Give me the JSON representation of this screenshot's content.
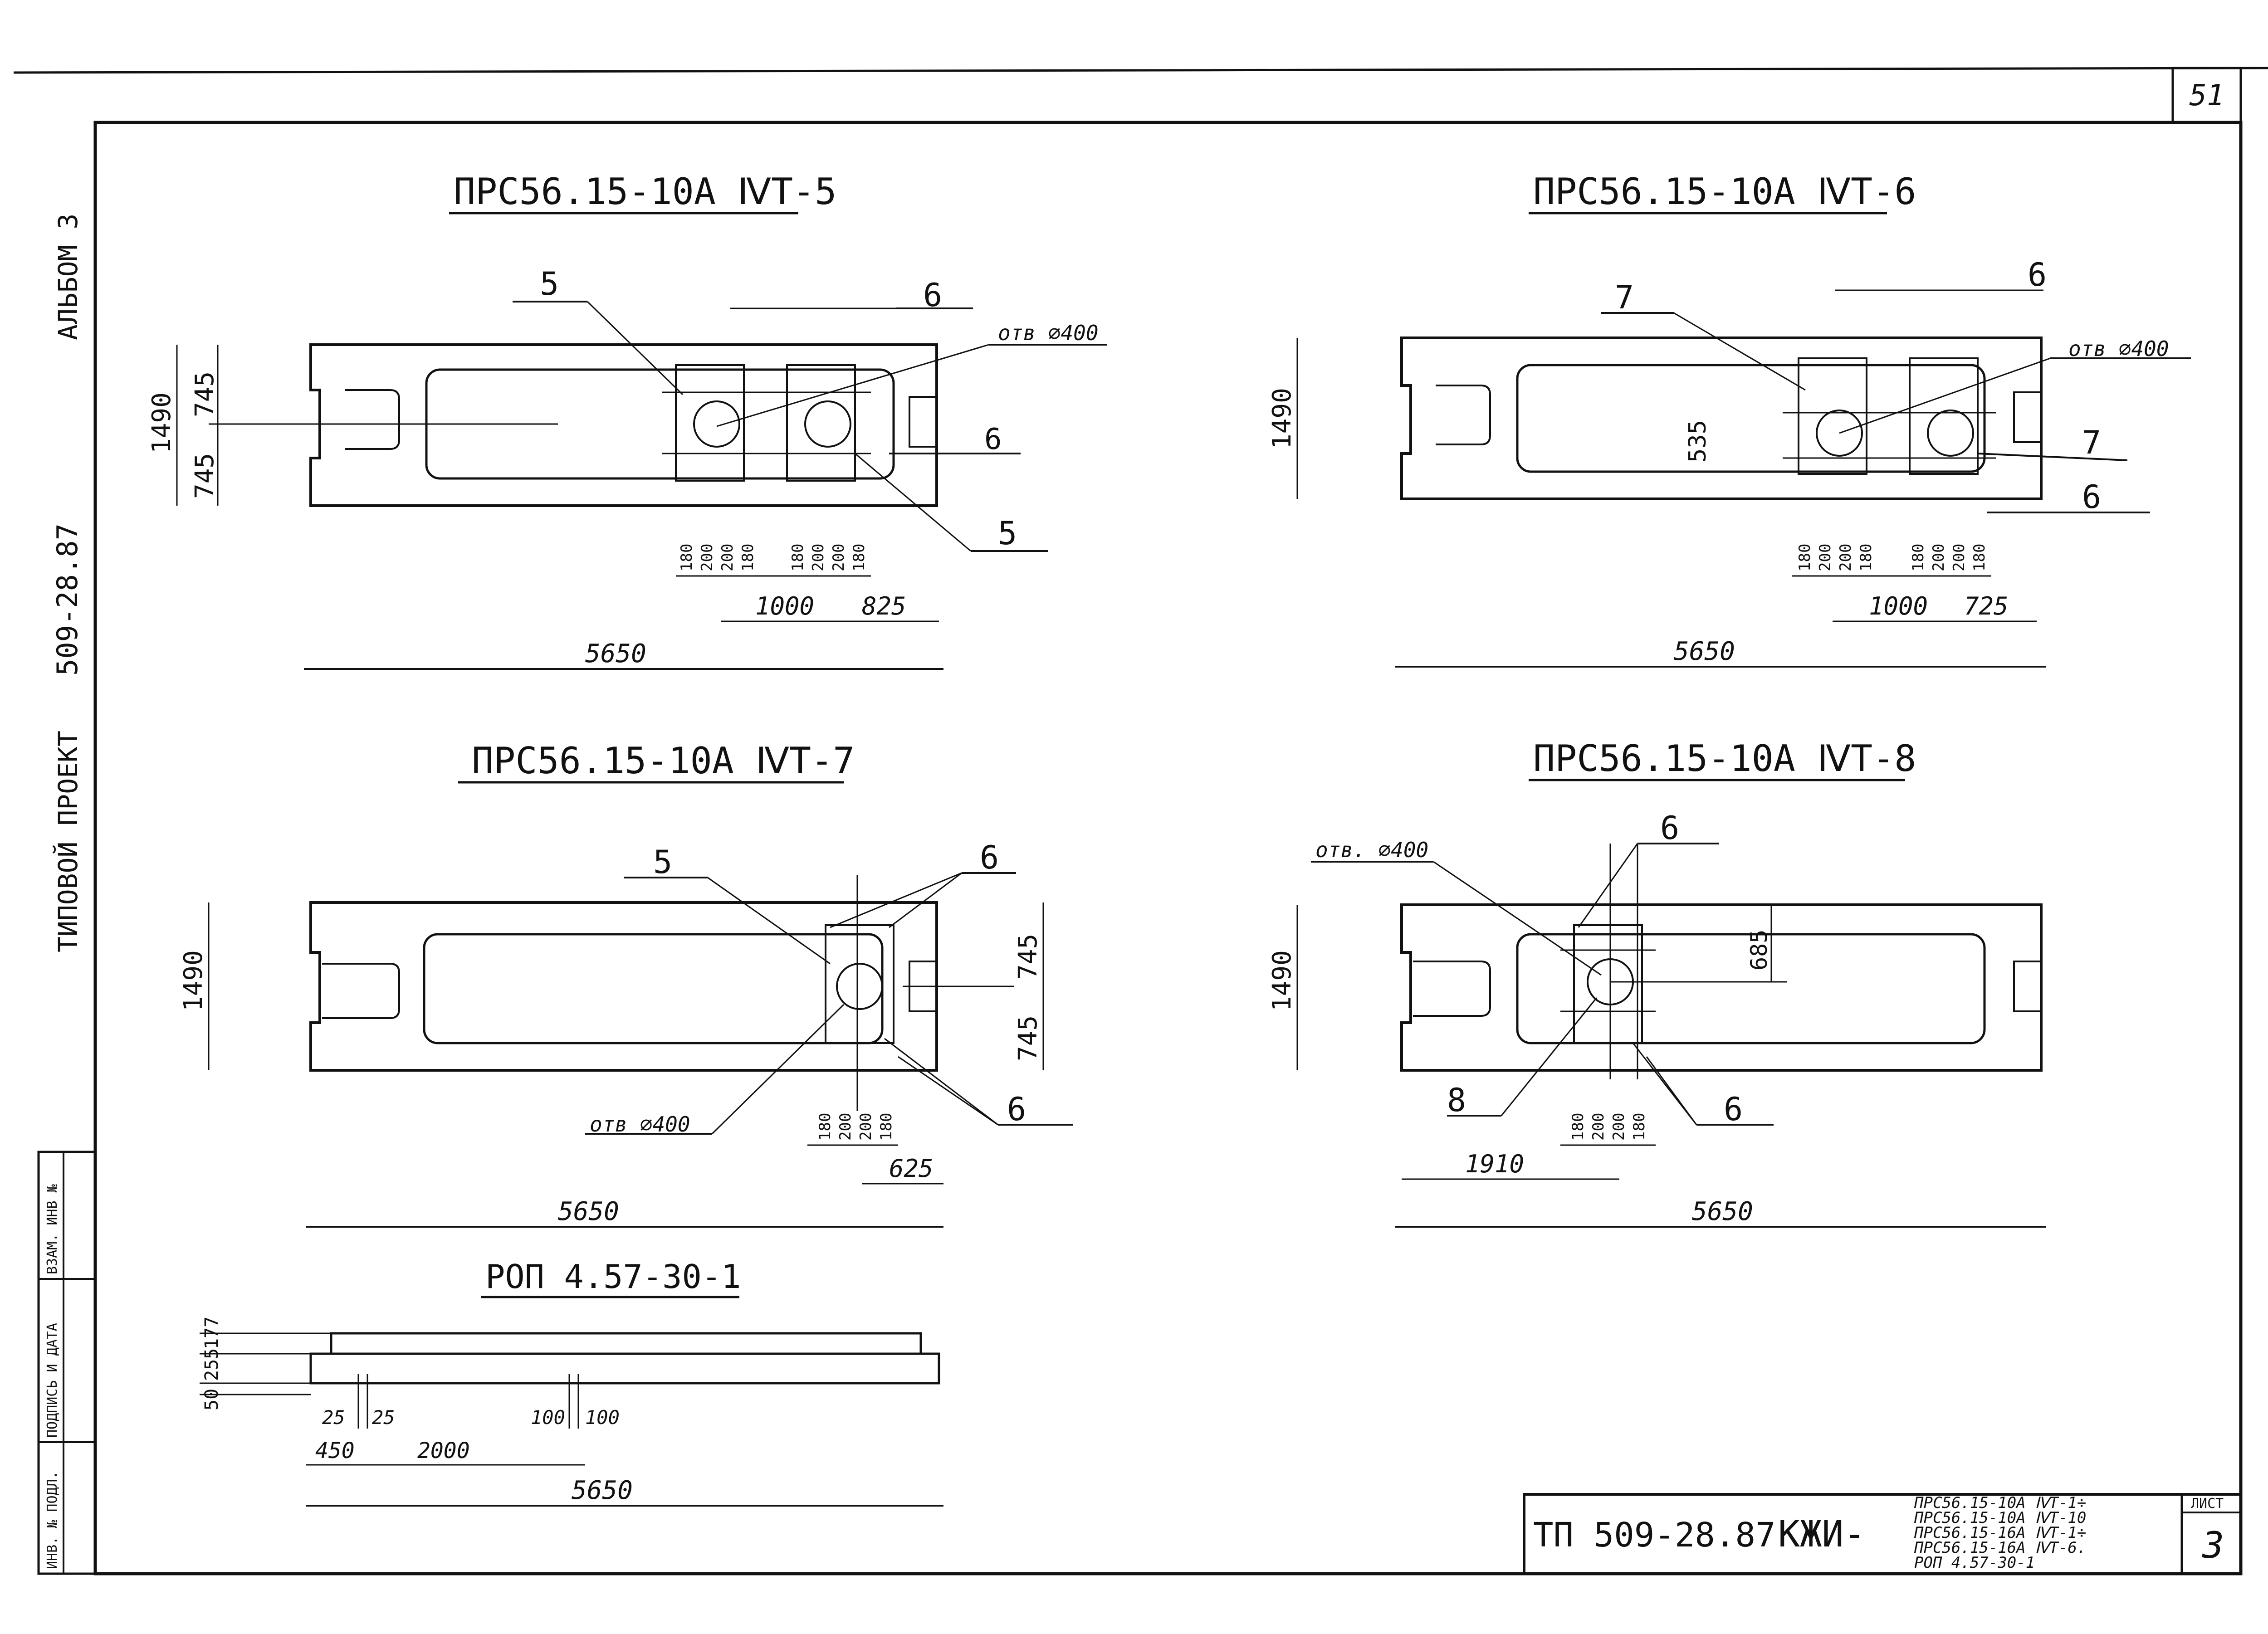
{
  "sheet_number_top": "51",
  "side_stamp": {
    "album": "АЛЬБОМ 3",
    "project_code": "509-28.87",
    "project_type": "ТИПОВОЙ ПРОЕКТ",
    "col1": "ИНВ. № ПОДЛ.",
    "col2": "ПОДПИСЬ И ДАТА",
    "col3": "ВЗАМ. ИНВ №"
  },
  "views": [
    {
      "title": "ПРС56.15-10А ⅣТ-5",
      "labels": [
        "5",
        "6",
        "6",
        "5",
        "отв ⌀400"
      ],
      "dims_h": [
        "180",
        "200",
        "200",
        "180",
        "180",
        "200",
        "200",
        "180",
        "1000",
        "825",
        "5650"
      ],
      "dims_v": [
        "745",
        "745",
        "1490"
      ]
    },
    {
      "title": "ПРС56.15-10А ⅣТ-6",
      "labels": [
        "7",
        "6",
        "7",
        "6",
        "отв ⌀400"
      ],
      "dims_h": [
        "180",
        "200",
        "200",
        "180",
        "180",
        "200",
        "200",
        "180",
        "1000",
        "725",
        "5650"
      ],
      "dims_v": [
        "535",
        "1490"
      ]
    },
    {
      "title": "ПРС56.15-10А ⅣТ-7",
      "labels": [
        "5",
        "6",
        "6",
        "отв ⌀400"
      ],
      "dims_h": [
        "180",
        "200",
        "200",
        "180",
        "625",
        "5650"
      ],
      "dims_v": [
        "745",
        "745",
        "1490"
      ]
    },
    {
      "title": "ПРС56.15-10А ⅣТ-8",
      "labels": [
        "6",
        "8",
        "6",
        "отв. ⌀400"
      ],
      "dims_h": [
        "180",
        "200",
        "200",
        "180",
        "1910",
        "5650"
      ],
      "dims_v": [
        "685",
        "1490"
      ]
    },
    {
      "title": "РОП 4.57-30-1",
      "dims_h": [
        "25",
        "25",
        "100",
        "100",
        "450",
        "2000",
        "5650"
      ],
      "dims_v": [
        "177",
        "255",
        "50"
      ]
    }
  ],
  "title_block": {
    "code": "ТП 509-28.87",
    "mark": "КЖИ-",
    "list_items": [
      "ПРС56.15-10А ⅣТ-1÷",
      "ПРС56.15-10А ⅣТ-10",
      "ПРС56.15-16А ⅣТ-1÷",
      "ПРС56.15-16А ⅣТ-6.",
      "РОП 4.57-30-1"
    ],
    "sheet_label": "ЛИСТ",
    "sheet_no": "3"
  }
}
